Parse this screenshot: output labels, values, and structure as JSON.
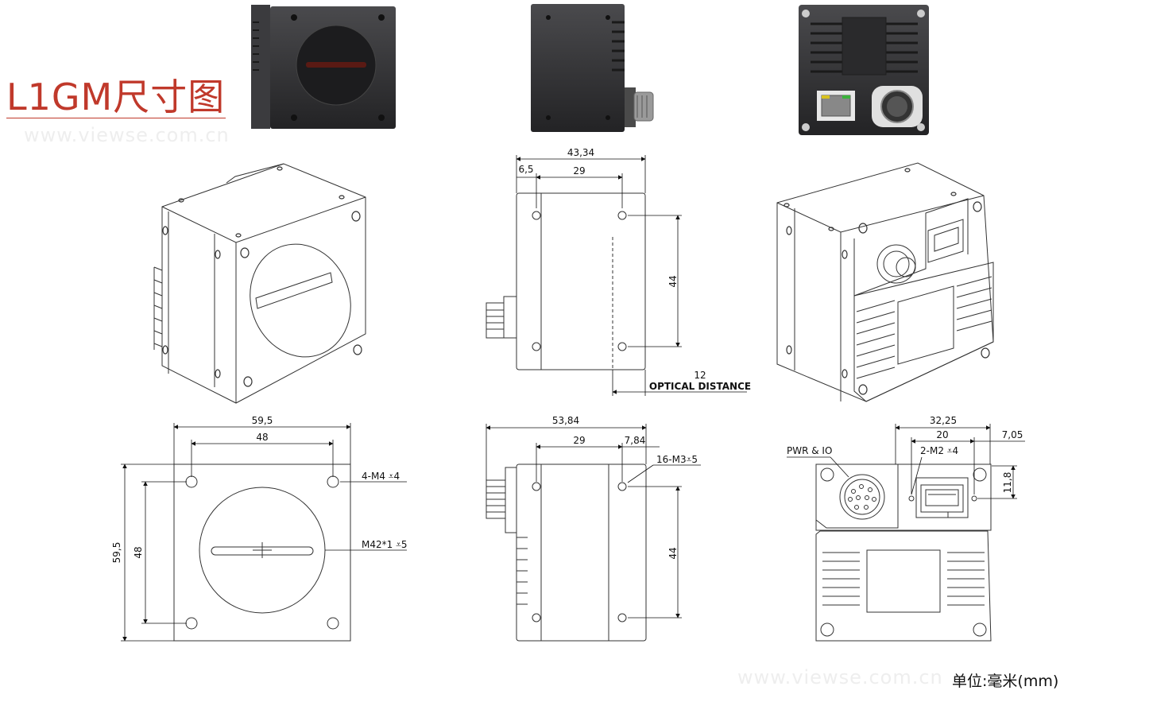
{
  "header": {
    "title": "L1GM尺寸图",
    "watermark": "www.viewse.com.cn",
    "unit_note": "单位:毫米(mm)"
  },
  "side_view_top": {
    "overall": "43,34",
    "offset": "6,5",
    "hole_spacing": "29",
    "height": "44",
    "optical_value": "12",
    "optical_label": "OPTICAL DISTANCE"
  },
  "front_view": {
    "width_outer": "59,5",
    "width_holes": "48",
    "height_outer": "59,5",
    "height_holes": "48",
    "screw_label": "4-M4 ⩡4",
    "mount_label": "M42*1 ⩡5"
  },
  "side_view_bottom": {
    "overall": "53,84",
    "hole_spacing": "29",
    "offset": "7,84",
    "screw_label": "16-M3⩡5",
    "height": "44"
  },
  "rear_view": {
    "overall": "32,25",
    "hole_spacing": "20",
    "offset": "7,05",
    "vertical": "11,8",
    "screw_label": "2-M2 ⩡4",
    "connector_label": "PWR & IO"
  },
  "colors": {
    "title_red": "#c0392b",
    "photo_body": "#2c2c2e",
    "line": "#333333"
  }
}
